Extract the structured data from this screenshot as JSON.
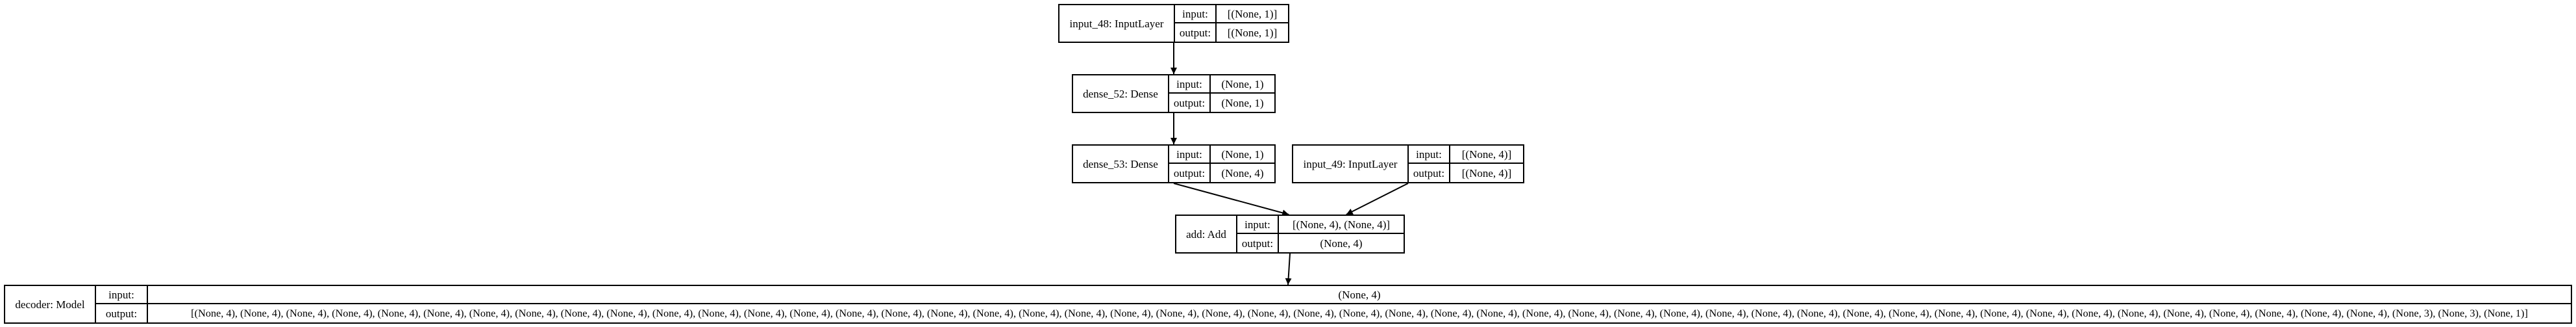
{
  "nodes": [
    {
      "id": "input_48",
      "name": "input_48: InputLayer",
      "input_label": "input:",
      "input": "[(None, 1)]",
      "output_label": "output:",
      "output": "[(None, 1)]"
    },
    {
      "id": "dense_52",
      "name": "dense_52: Dense",
      "input_label": "input:",
      "input": "(None, 1)",
      "output_label": "output:",
      "output": "(None, 1)"
    },
    {
      "id": "dense_53",
      "name": "dense_53: Dense",
      "input_label": "input:",
      "input": "(None, 1)",
      "output_label": "output:",
      "output": "(None, 4)"
    },
    {
      "id": "input_49",
      "name": "input_49: InputLayer",
      "input_label": "input:",
      "input": "[(None, 4)]",
      "output_label": "output:",
      "output": "[(None, 4)]"
    },
    {
      "id": "add",
      "name": "add: Add",
      "input_label": "input:",
      "input": "[(None, 4), (None, 4)]",
      "output_label": "output:",
      "output": "(None, 4)"
    },
    {
      "id": "decoder",
      "name": "decoder: Model",
      "input_label": "input:",
      "input": "(None, 4)",
      "output_label": "output:",
      "output": "[(None, 4), (None, 4), (None, 4), (None, 4), (None, 4), (None, 4), (None, 4), (None, 4), (None, 4), (None, 4), (None, 4), (None, 4), (None, 4), (None, 4), (None, 4), (None, 4), (None, 4), (None, 4), (None, 4), (None, 4), (None, 4), (None, 4), (None, 4), (None, 4), (None, 4), (None, 4), (None, 4), (None, 4), (None, 4), (None, 4), (None, 4), (None, 4), (None, 4), (None, 4), (None, 4), (None, 4), (None, 4), (None, 4), (None, 4), (None, 4), (None, 4), (None, 4), (None, 4), (None, 4), (None, 4), (None, 4), (None, 4), (None, 4), (None, 3), (None, 3), (None, 1)]"
    }
  ],
  "edges": [
    {
      "from": "input_48",
      "to": "dense_52"
    },
    {
      "from": "dense_52",
      "to": "dense_53"
    },
    {
      "from": "dense_53",
      "to": "add"
    },
    {
      "from": "input_49",
      "to": "add"
    },
    {
      "from": "add",
      "to": "decoder"
    }
  ]
}
